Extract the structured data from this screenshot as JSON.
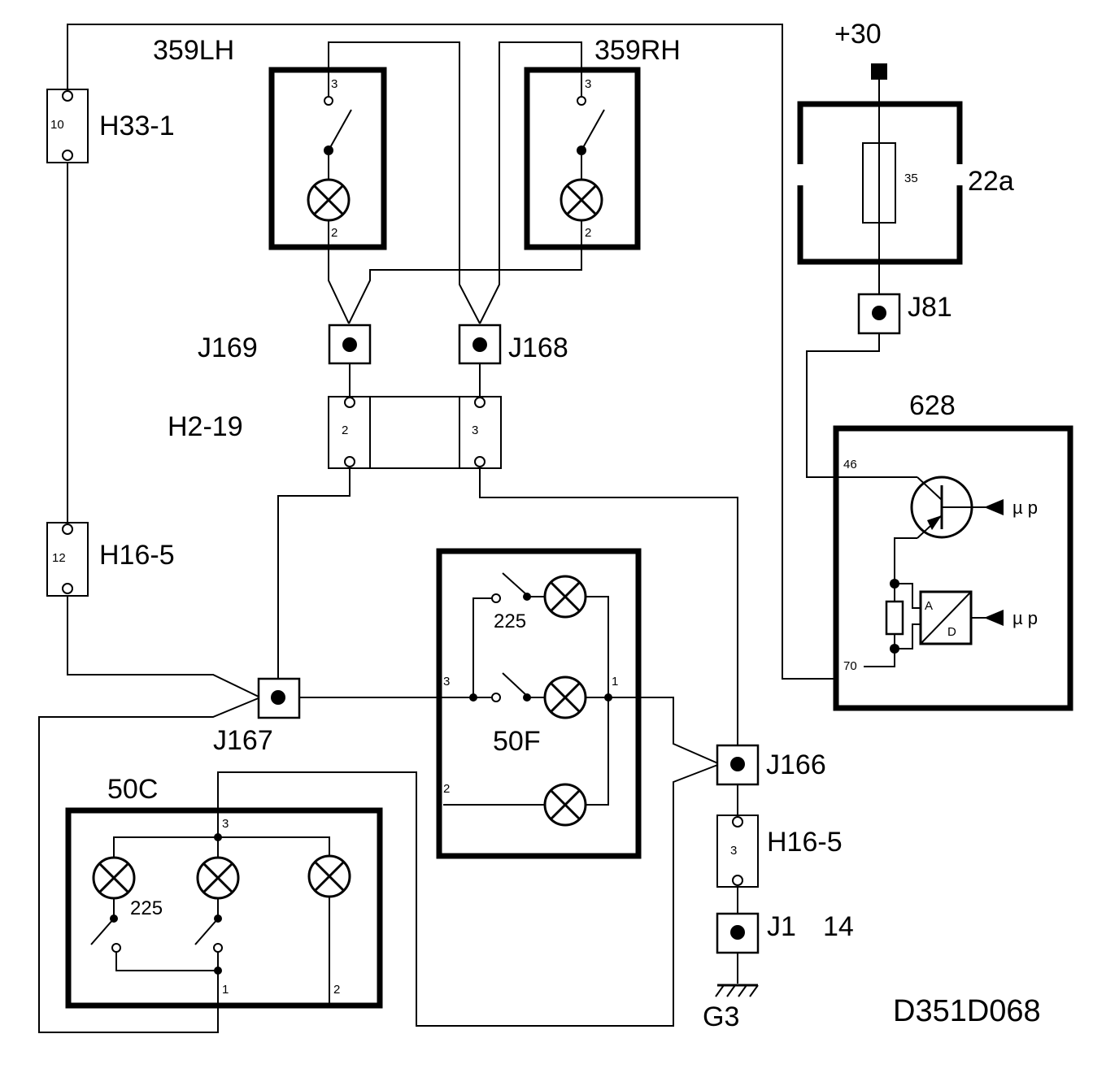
{
  "labels": {
    "c359lh": "359LH",
    "c359rh": "359RH",
    "plus30": "+30",
    "h33_1": "H33-1",
    "c22a": "22a",
    "j81": "J81",
    "j169": "J169",
    "j168": "J168",
    "h2_19": "H2-19",
    "c628": "628",
    "h16_5_left": "H16-5",
    "c50f": "50F",
    "j167": "J167",
    "j166": "J166",
    "c50c": "50C",
    "h16_5_right": "H16-5",
    "j1": "J1",
    "j1_num": "14",
    "g3": "G3",
    "drawing_id": "D351D068",
    "mu_p_1": "µ p",
    "mu_p_2": "µ p"
  },
  "pins": {
    "h33_10": "10",
    "h16_12": "12",
    "lh_3": "3",
    "lh_2": "2",
    "rh_3": "3",
    "rh_2": "2",
    "fuse_35": "35",
    "h2_2": "2",
    "h2_3": "3",
    "p628_46": "46",
    "p628_70": "70",
    "adc_a": "A",
    "adc_d": "D",
    "f50_225": "225",
    "f50_3": "3",
    "f50_1": "1",
    "f50_2": "2",
    "c50_3": "3",
    "c50_225": "225",
    "c50_1": "1",
    "c50_2": "2",
    "h16_3": "3"
  }
}
